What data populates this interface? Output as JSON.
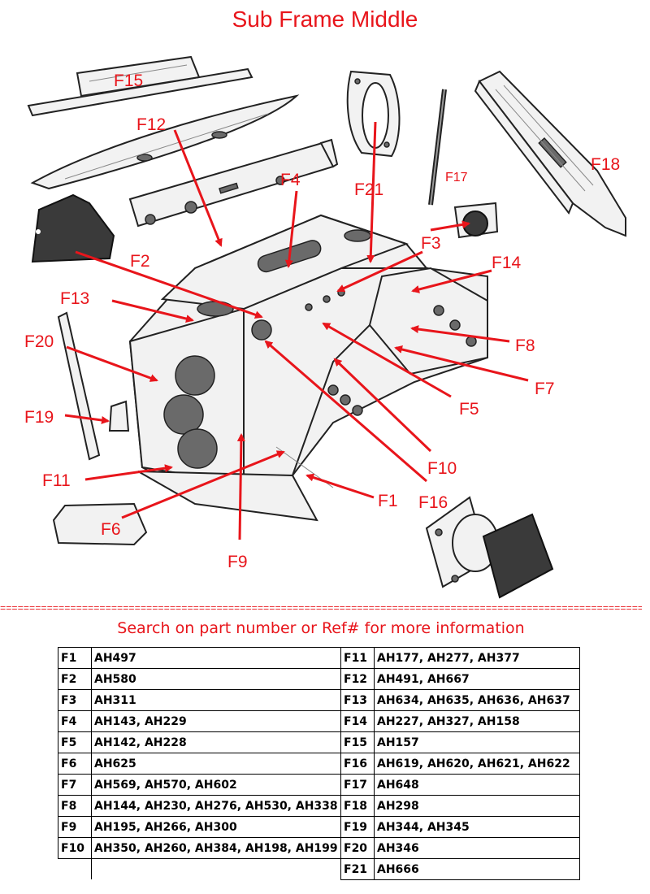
{
  "title": "Sub Frame Middle",
  "separator": "==============================================================================================================================",
  "search_note": "Search on part number or Ref# for more information",
  "labels": {
    "F1": "F1",
    "F2": "F2",
    "F3": "F3",
    "F4": "F4",
    "F5": "F5",
    "F6": "F6",
    "F7": "F7",
    "F8": "F8",
    "F9": "F9",
    "F10": "F10",
    "F11": "F11",
    "F12": "F12",
    "F13": "F13",
    "F14": "F14",
    "F15": "F15",
    "F16": "F16",
    "F17": "F17",
    "F18": "F18",
    "F19": "F19",
    "F20": "F20",
    "F21": "F21"
  },
  "table_left": [
    {
      "ref": "F1",
      "parts": "AH497"
    },
    {
      "ref": "F2",
      "parts": "AH580"
    },
    {
      "ref": "F3",
      "parts": "AH311"
    },
    {
      "ref": "F4",
      "parts": "AH143, AH229"
    },
    {
      "ref": "F5",
      "parts": "AH142, AH228"
    },
    {
      "ref": "F6",
      "parts": "AH625"
    },
    {
      "ref": "F7",
      "parts": "AH569, AH570, AH602"
    },
    {
      "ref": "F8",
      "parts": "AH144, AH230, AH276, AH530, AH338"
    },
    {
      "ref": "F9",
      "parts": "AH195, AH266, AH300"
    },
    {
      "ref": "F10",
      "parts": "AH350, AH260, AH384, AH198, AH199"
    }
  ],
  "table_right": [
    {
      "ref": "F11",
      "parts": "AH177, AH277, AH377"
    },
    {
      "ref": "F12",
      "parts": "AH491, AH667"
    },
    {
      "ref": "F13",
      "parts": "AH634, AH635, AH636, AH637"
    },
    {
      "ref": "F14",
      "parts": "AH227, AH327, AH158"
    },
    {
      "ref": "F15",
      "parts": "AH157"
    },
    {
      "ref": "F16",
      "parts": "AH619, AH620, AH621, AH622"
    },
    {
      "ref": "F17",
      "parts": "AH648"
    },
    {
      "ref": "F18",
      "parts": "AH298"
    },
    {
      "ref": "F19",
      "parts": "AH344, AH345"
    },
    {
      "ref": "F20",
      "parts": "AH346"
    },
    {
      "ref": "F21",
      "parts": "AH666"
    }
  ]
}
